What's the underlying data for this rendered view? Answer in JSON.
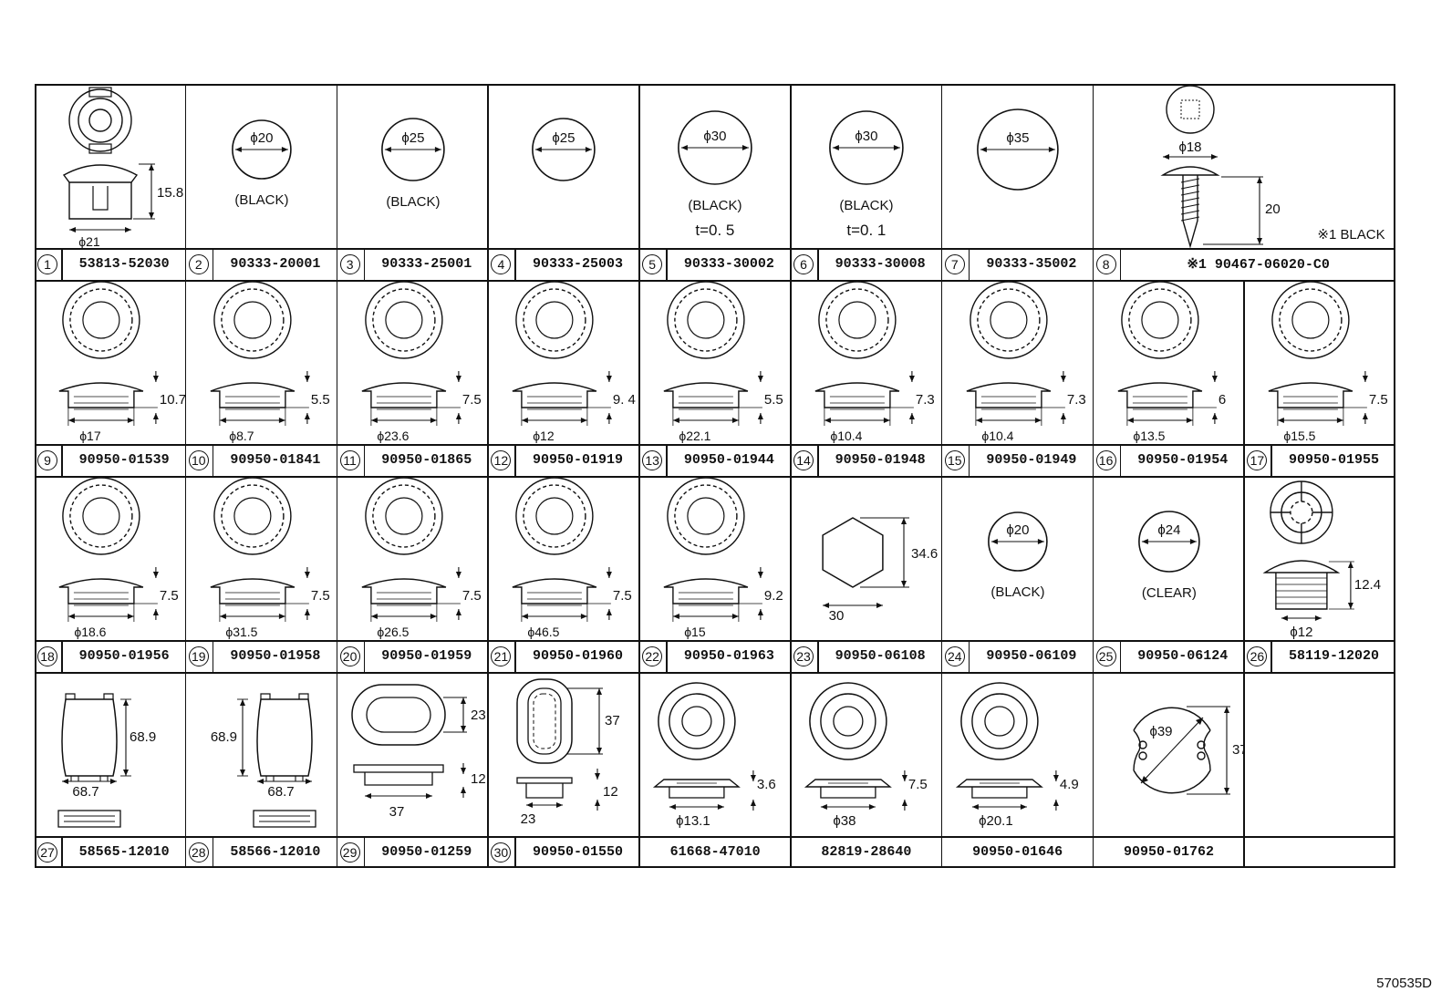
{
  "figure_code": "570535D",
  "rows": [
    [
      {
        "num": "1",
        "pn": "53813-52030",
        "draw": "clip",
        "dims": [
          "15.8",
          "ϕ21"
        ]
      },
      {
        "num": "2",
        "pn": "90333-20001",
        "draw": "disc",
        "dims": [
          "ϕ20"
        ],
        "notes": [
          "(BLACK)"
        ]
      },
      {
        "num": "3",
        "pn": "90333-25001",
        "draw": "disc",
        "dims": [
          "ϕ25"
        ],
        "notes": [
          "(BLACK)"
        ]
      },
      {
        "num": "4",
        "pn": "90333-25003",
        "draw": "disc",
        "dims": [
          "ϕ25"
        ],
        "notes": []
      },
      {
        "num": "5",
        "pn": "90333-30002",
        "draw": "disc",
        "dims": [
          "ϕ30"
        ],
        "notes": [
          "(BLACK)",
          "t=0. 5"
        ]
      },
      {
        "num": "6",
        "pn": "90333-30008",
        "draw": "disc",
        "dims": [
          "ϕ30"
        ],
        "notes": [
          "(BLACK)",
          "t=0. 1"
        ]
      },
      {
        "num": "7",
        "pn": "90333-35002",
        "draw": "disc",
        "dims": [
          "ϕ35"
        ],
        "notes": []
      },
      {
        "num": "8",
        "pn": "※1 90467-06020-C0",
        "draw": "screw",
        "dims": [
          "ϕ18",
          "20"
        ],
        "notes": [
          "※1 BLACK"
        ],
        "wide": true
      }
    ],
    [
      {
        "num": "9",
        "pn": "90950-01539",
        "draw": "plug",
        "dims": [
          "10.7",
          "ϕ17"
        ]
      },
      {
        "num": "10",
        "pn": "90950-01841",
        "draw": "plug",
        "dims": [
          "5.5",
          "ϕ8.7"
        ]
      },
      {
        "num": "11",
        "pn": "90950-01865",
        "draw": "plug",
        "dims": [
          "7.5",
          "ϕ23.6"
        ]
      },
      {
        "num": "12",
        "pn": "90950-01919",
        "draw": "plug",
        "dims": [
          "9. 4",
          "ϕ12"
        ]
      },
      {
        "num": "13",
        "pn": "90950-01944",
        "draw": "plug",
        "dims": [
          "5.5",
          "ϕ22.1"
        ]
      },
      {
        "num": "14",
        "pn": "90950-01948",
        "draw": "plug",
        "dims": [
          "7.3",
          "ϕ10.4"
        ]
      },
      {
        "num": "15",
        "pn": "90950-01949",
        "draw": "plug",
        "dims": [
          "7.3",
          "ϕ10.4"
        ]
      },
      {
        "num": "16",
        "pn": "90950-01954",
        "draw": "plug",
        "dims": [
          "6",
          "ϕ13.5"
        ]
      },
      {
        "num": "17",
        "pn": "90950-01955",
        "draw": "plug",
        "dims": [
          "7.5",
          "ϕ15.5"
        ]
      }
    ],
    [
      {
        "num": "18",
        "pn": "90950-01956",
        "draw": "plug",
        "dims": [
          "7.5",
          "ϕ18.6"
        ]
      },
      {
        "num": "19",
        "pn": "90950-01958",
        "draw": "plug",
        "dims": [
          "7.5",
          "ϕ31.5"
        ]
      },
      {
        "num": "20",
        "pn": "90950-01959",
        "draw": "plug",
        "dims": [
          "7.5",
          "ϕ26.5"
        ]
      },
      {
        "num": "21",
        "pn": "90950-01960",
        "draw": "plug",
        "dims": [
          "7.5",
          "ϕ46.5"
        ]
      },
      {
        "num": "22",
        "pn": "90950-01963",
        "draw": "plug",
        "dims": [
          "9.2",
          "ϕ15"
        ]
      },
      {
        "num": "23",
        "pn": "90950-06108",
        "draw": "hex",
        "dims": [
          "34.6",
          "30"
        ]
      },
      {
        "num": "24",
        "pn": "90950-06109",
        "draw": "disc",
        "dims": [
          "ϕ20"
        ],
        "notes": [
          "(BLACK)"
        ]
      },
      {
        "num": "25",
        "pn": "90950-06124",
        "draw": "disc",
        "dims": [
          "ϕ24"
        ],
        "notes": [
          "(CLEAR)"
        ]
      },
      {
        "num": "26",
        "pn": "58119-12020",
        "draw": "clip2",
        "dims": [
          "12.4",
          "ϕ12"
        ]
      }
    ],
    [
      {
        "num": "27",
        "pn": "58565-12010",
        "draw": "cover",
        "dims": [
          "68.9",
          "68.7"
        ]
      },
      {
        "num": "28",
        "pn": "58566-12010",
        "draw": "cover",
        "dims": [
          "68.9",
          "68.7"
        ],
        "mirror": true
      },
      {
        "num": "29",
        "pn": "90950-01259",
        "draw": "oval",
        "dims": [
          "23",
          "12",
          "37"
        ]
      },
      {
        "num": "30",
        "pn": "90950-01550",
        "draw": "oval2",
        "dims": [
          "37",
          "12",
          "23"
        ]
      },
      {
        "num": "",
        "pn": "61668-47010",
        "draw": "ring",
        "dims": [
          "3.6",
          "ϕ13.1"
        ]
      },
      {
        "num": "",
        "pn": "82819-28640",
        "draw": "ring",
        "dims": [
          "7.5",
          "ϕ38"
        ]
      },
      {
        "num": "",
        "pn": "90950-01646",
        "draw": "ring",
        "dims": [
          "4.9",
          "ϕ20.1"
        ]
      },
      {
        "num": "",
        "pn": "90950-01762",
        "draw": "bigclip",
        "dims": [
          "ϕ39",
          "37"
        ]
      },
      {
        "num": "",
        "pn": "",
        "draw": "none",
        "dims": []
      }
    ]
  ]
}
